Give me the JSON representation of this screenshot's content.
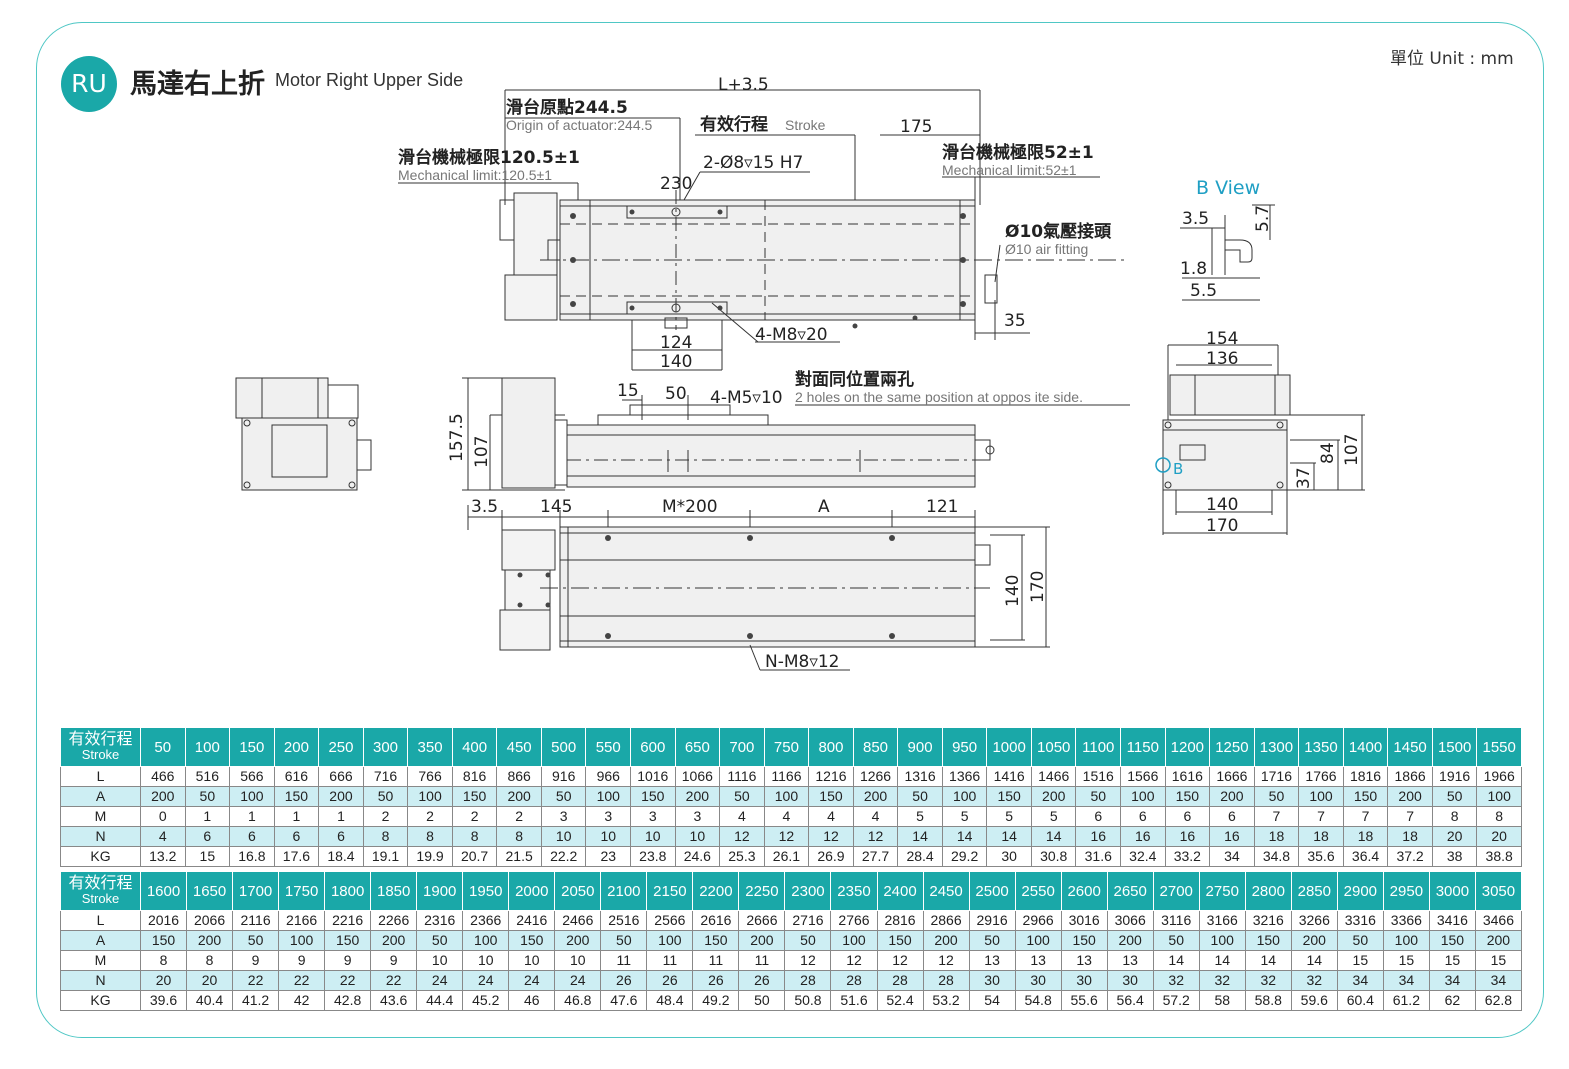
{
  "header": {
    "badge": "RU",
    "title_zh": "馬達右上折",
    "title_en": "Motor Right Upper Side",
    "unit": "單位 Unit : mm"
  },
  "labels": {
    "l_plus": "L+3.5",
    "origin_zh": "滑台原點244.5",
    "origin_en": "Origin of actuator:244.5",
    "stroke_zh": "有效行程",
    "stroke_en": "Stroke",
    "d175": "175",
    "mech_left_zh": "滑台機械極限120.5±1",
    "mech_left_en": "Mechanical limit:120.5±1",
    "mech_right_zh": "滑台機械極限52±1",
    "mech_right_en": "Mechanical limit:52±1",
    "hole_2": "2-Ø8▿15 H7",
    "d230": "230",
    "air_zh": "Ø10氣壓接頭",
    "air_en": "Ø10 air fitting",
    "m8_4": "4-M8▿20",
    "d124": "124",
    "d140a": "140",
    "d35": "35",
    "bview": "B View",
    "b35": "3.5",
    "b57": "5.7",
    "b18": "1.8",
    "b55": "5.5",
    "opp_zh": "對面同位置兩孔",
    "opp_en": "2 holes on the same position at oppos ite side.",
    "d15": "15",
    "d50": "50",
    "m5": "4-M5▿10",
    "d1575": "157.5",
    "d107a": "107",
    "d35b": "3.5",
    "d145": "145",
    "m200": "M*200",
    "dA": "A",
    "d121": "121",
    "nm8": "N-M8▿12",
    "d140b": "140",
    "d170a": "170",
    "d154": "154",
    "d136": "136",
    "d84": "84",
    "d107b": "107",
    "d37": "37",
    "d140c": "140",
    "d170b": "170",
    "b_marker": "B"
  },
  "tables": [
    {
      "header_zh": "有效行程",
      "header_en": "Stroke",
      "stroke": [
        "50",
        "100",
        "150",
        "200",
        "250",
        "300",
        "350",
        "400",
        "450",
        "500",
        "550",
        "600",
        "650",
        "700",
        "750",
        "800",
        "850",
        "900",
        "950",
        "1000",
        "1050",
        "1100",
        "1150",
        "1200",
        "1250",
        "1300",
        "1350",
        "1400",
        "1450",
        "1500",
        "1550"
      ],
      "rows": [
        {
          "label": "L",
          "values": [
            "466",
            "516",
            "566",
            "616",
            "666",
            "716",
            "766",
            "816",
            "866",
            "916",
            "966",
            "1016",
            "1066",
            "1116",
            "1166",
            "1216",
            "1266",
            "1316",
            "1366",
            "1416",
            "1466",
            "1516",
            "1566",
            "1616",
            "1666",
            "1716",
            "1766",
            "1816",
            "1866",
            "1916",
            "1966"
          ]
        },
        {
          "label": "A",
          "values": [
            "200",
            "50",
            "100",
            "150",
            "200",
            "50",
            "100",
            "150",
            "200",
            "50",
            "100",
            "150",
            "200",
            "50",
            "100",
            "150",
            "200",
            "50",
            "100",
            "150",
            "200",
            "50",
            "100",
            "150",
            "200",
            "50",
            "100",
            "150",
            "200",
            "50",
            "100"
          ]
        },
        {
          "label": "M",
          "values": [
            "0",
            "1",
            "1",
            "1",
            "1",
            "2",
            "2",
            "2",
            "2",
            "3",
            "3",
            "3",
            "3",
            "4",
            "4",
            "4",
            "4",
            "5",
            "5",
            "5",
            "5",
            "6",
            "6",
            "6",
            "6",
            "7",
            "7",
            "7",
            "7",
            "8",
            "8"
          ]
        },
        {
          "label": "N",
          "values": [
            "4",
            "6",
            "6",
            "6",
            "6",
            "8",
            "8",
            "8",
            "8",
            "10",
            "10",
            "10",
            "10",
            "12",
            "12",
            "12",
            "12",
            "14",
            "14",
            "14",
            "14",
            "16",
            "16",
            "16",
            "16",
            "18",
            "18",
            "18",
            "18",
            "20",
            "20"
          ]
        },
        {
          "label": "KG",
          "values": [
            "13.2",
            "15",
            "16.8",
            "17.6",
            "18.4",
            "19.1",
            "19.9",
            "20.7",
            "21.5",
            "22.2",
            "23",
            "23.8",
            "24.6",
            "25.3",
            "26.1",
            "26.9",
            "27.7",
            "28.4",
            "29.2",
            "30",
            "30.8",
            "31.6",
            "32.4",
            "33.2",
            "34",
            "34.8",
            "35.6",
            "36.4",
            "37.2",
            "38",
            "38.8"
          ]
        }
      ]
    },
    {
      "header_zh": "有效行程",
      "header_en": "Stroke",
      "stroke": [
        "1600",
        "1650",
        "1700",
        "1750",
        "1800",
        "1850",
        "1900",
        "1950",
        "2000",
        "2050",
        "2100",
        "2150",
        "2200",
        "2250",
        "2300",
        "2350",
        "2400",
        "2450",
        "2500",
        "2550",
        "2600",
        "2650",
        "2700",
        "2750",
        "2800",
        "2850",
        "2900",
        "2950",
        "3000",
        "3050"
      ],
      "rows": [
        {
          "label": "L",
          "values": [
            "2016",
            "2066",
            "2116",
            "2166",
            "2216",
            "2266",
            "2316",
            "2366",
            "2416",
            "2466",
            "2516",
            "2566",
            "2616",
            "2666",
            "2716",
            "2766",
            "2816",
            "2866",
            "2916",
            "2966",
            "3016",
            "3066",
            "3116",
            "3166",
            "3216",
            "3266",
            "3316",
            "3366",
            "3416",
            "3466"
          ]
        },
        {
          "label": "A",
          "values": [
            "150",
            "200",
            "50",
            "100",
            "150",
            "200",
            "50",
            "100",
            "150",
            "200",
            "50",
            "100",
            "150",
            "200",
            "50",
            "100",
            "150",
            "200",
            "50",
            "100",
            "150",
            "200",
            "50",
            "100",
            "150",
            "200",
            "50",
            "100",
            "150",
            "200"
          ]
        },
        {
          "label": "M",
          "values": [
            "8",
            "8",
            "9",
            "9",
            "9",
            "9",
            "10",
            "10",
            "10",
            "10",
            "11",
            "11",
            "11",
            "11",
            "12",
            "12",
            "12",
            "12",
            "13",
            "13",
            "13",
            "13",
            "14",
            "14",
            "14",
            "14",
            "15",
            "15",
            "15",
            "15"
          ]
        },
        {
          "label": "N",
          "values": [
            "20",
            "20",
            "22",
            "22",
            "22",
            "22",
            "24",
            "24",
            "24",
            "24",
            "26",
            "26",
            "26",
            "26",
            "28",
            "28",
            "28",
            "28",
            "30",
            "30",
            "30",
            "30",
            "32",
            "32",
            "32",
            "32",
            "34",
            "34",
            "34",
            "34"
          ]
        },
        {
          "label": "KG",
          "values": [
            "39.6",
            "40.4",
            "41.2",
            "42",
            "42.8",
            "43.6",
            "44.4",
            "45.2",
            "46",
            "46.8",
            "47.6",
            "48.4",
            "49.2",
            "50",
            "50.8",
            "51.6",
            "52.4",
            "53.2",
            "54",
            "54.8",
            "55.6",
            "56.4",
            "57.2",
            "58",
            "58.8",
            "59.6",
            "60.4",
            "61.2",
            "62",
            "62.8"
          ]
        }
      ]
    }
  ]
}
